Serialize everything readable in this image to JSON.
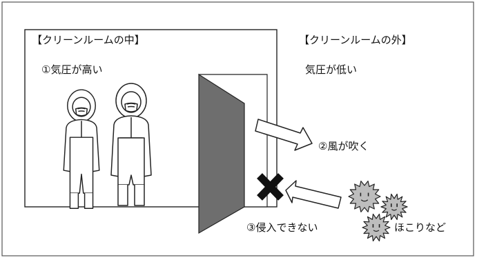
{
  "inside": {
    "title": "【クリーンルームの中】",
    "pressure": "①気圧が高い"
  },
  "outside": {
    "title": "【クリーンルームの外】",
    "pressure": "気圧が低い"
  },
  "wind": "②風が吹く",
  "blocked": "③侵入できない",
  "dust": "ほこりなど",
  "colors": {
    "line": "#222222",
    "door": "#6e6e6e",
    "dust": "#bdbdbd",
    "cross": "#111111"
  },
  "icons": [
    "worker-icon",
    "door-icon",
    "arrow-out-icon",
    "arrow-in-icon",
    "cross-icon",
    "dust-icon"
  ]
}
